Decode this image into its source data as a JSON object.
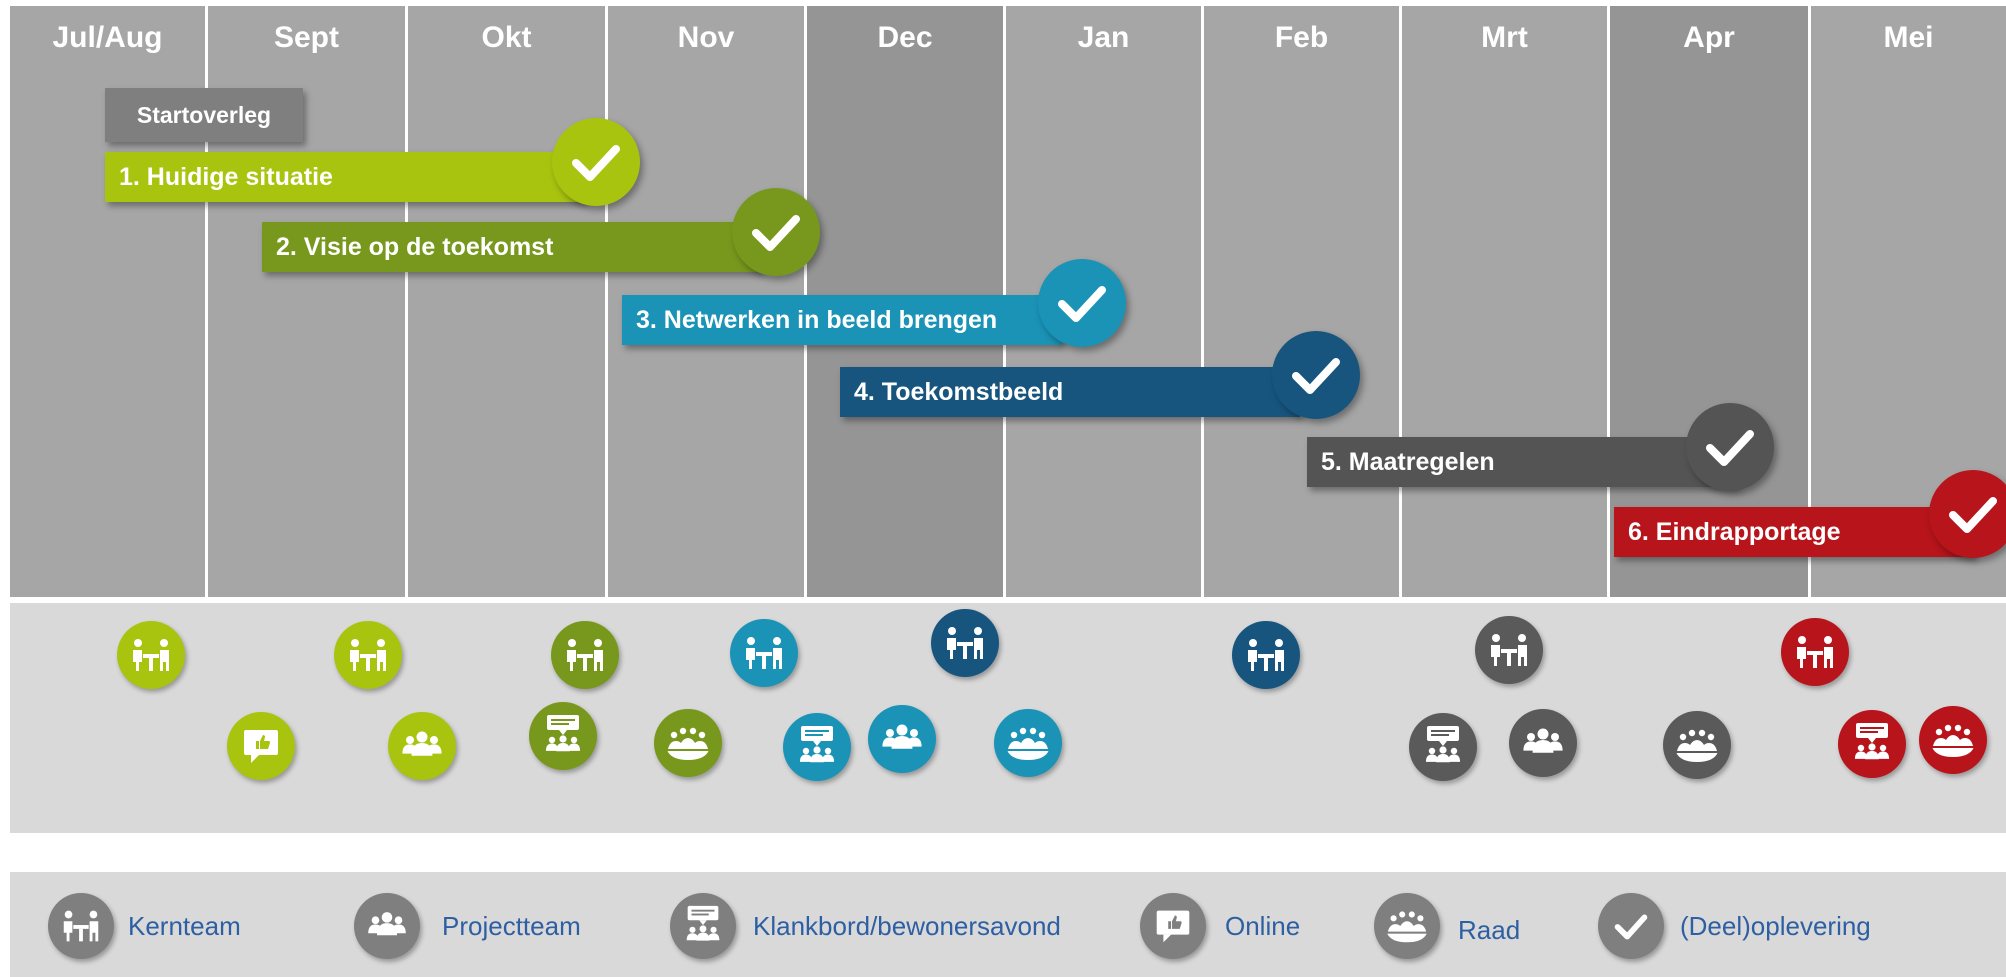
{
  "months": [
    "Jul/Aug",
    "Sept",
    "Okt",
    "Nov",
    "Dec",
    "Jan",
    "Feb",
    "Mrt",
    "Apr",
    "Mei"
  ],
  "start_label": "Startoverleg",
  "phases": [
    {
      "label": "1. Huidige situatie",
      "color": "#a9c40f"
    },
    {
      "label": "2. Visie op de toekomst",
      "color": "#78981d"
    },
    {
      "label": "3. Netwerken in beeld brengen",
      "color": "#1a93b7"
    },
    {
      "label": "4. Toekomstbeeld",
      "color": "#17557f"
    },
    {
      "label": "5. Maatregelen",
      "color": "#545454"
    },
    {
      "label": "6. Eindrapportage",
      "color": "#b7141b"
    }
  ],
  "meetings": [
    {
      "type": "kernteam",
      "color": "#a9c40f"
    },
    {
      "type": "kernteam",
      "color": "#a9c40f"
    },
    {
      "type": "kernteam",
      "color": "#78981d"
    },
    {
      "type": "kernteam",
      "color": "#1a93b7"
    },
    {
      "type": "kernteam",
      "color": "#17557f"
    },
    {
      "type": "kernteam",
      "color": "#17557f"
    },
    {
      "type": "kernteam",
      "color": "#5a5a5a"
    },
    {
      "type": "kernteam",
      "color": "#b7141b"
    },
    {
      "type": "online",
      "color": "#a9c40f"
    },
    {
      "type": "projectteam",
      "color": "#a9c40f"
    },
    {
      "type": "klankbord",
      "color": "#78981d"
    },
    {
      "type": "raad",
      "color": "#78981d"
    },
    {
      "type": "klankbord",
      "color": "#1a93b7"
    },
    {
      "type": "projectteam",
      "color": "#1a93b7"
    },
    {
      "type": "raad",
      "color": "#1a93b7"
    },
    {
      "type": "klankbord",
      "color": "#5a5a5a"
    },
    {
      "type": "projectteam",
      "color": "#5a5a5a"
    },
    {
      "type": "raad",
      "color": "#5a5a5a"
    },
    {
      "type": "klankbord",
      "color": "#b7141b"
    },
    {
      "type": "raad",
      "color": "#b7141b"
    }
  ],
  "legend": [
    {
      "type": "kernteam",
      "label": "Kernteam"
    },
    {
      "type": "projectteam",
      "label": "Projectteam"
    },
    {
      "type": "klankbord",
      "label": "Klankbord/bewonersavond"
    },
    {
      "type": "online",
      "label": "Online"
    },
    {
      "type": "raad",
      "label": "Raad"
    },
    {
      "type": "check",
      "label": "(Deel)oplevering"
    }
  ],
  "colors": {
    "column": "#a6a6a6",
    "column_dark": "#959595",
    "band": "#d9d9d9",
    "legend_text": "#2e5fa3",
    "legend_icon": "#7f7f7f"
  }
}
